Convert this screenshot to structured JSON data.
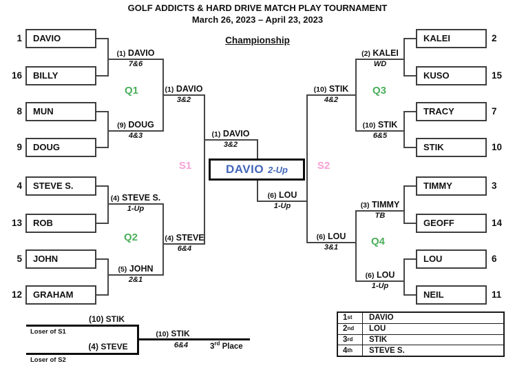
{
  "title": "GOLF ADDICTS & HARD DRIVE MATCH PLAY TOURNAMENT",
  "dates": "March 26, 2023 – April 23, 2023",
  "championship_label": "Championship",
  "colors": {
    "quarter_label_green": "#4bae5a",
    "semi_label_pink": "#f6a0d4",
    "champion_blue": "#4266b8",
    "line_gray": "#454545",
    "thick_black": "#0d0d0d"
  },
  "round_labels": {
    "q1": "Q1",
    "q2": "Q2",
    "q3": "Q3",
    "q4": "Q4",
    "s1": "S1",
    "s2": "S2"
  },
  "entrants": {
    "left": [
      {
        "seed": "1",
        "name": "DAVIO"
      },
      {
        "seed": "16",
        "name": "BILLY"
      },
      {
        "seed": "8",
        "name": "MUN"
      },
      {
        "seed": "9",
        "name": "DOUG"
      },
      {
        "seed": "4",
        "name": "STEVE S."
      },
      {
        "seed": "13",
        "name": "ROB"
      },
      {
        "seed": "5",
        "name": "JOHN"
      },
      {
        "seed": "12",
        "name": "GRAHAM"
      }
    ],
    "right": [
      {
        "seed": "2",
        "name": "KALEI"
      },
      {
        "seed": "15",
        "name": "KUSO"
      },
      {
        "seed": "7",
        "name": "TRACY"
      },
      {
        "seed": "10",
        "name": "STIK"
      },
      {
        "seed": "3",
        "name": "TIMMY"
      },
      {
        "seed": "14",
        "name": "GEOFF"
      },
      {
        "seed": "6",
        "name": "LOU"
      },
      {
        "seed": "11",
        "name": "NEIL"
      }
    ]
  },
  "results": {
    "r1_m1": {
      "seed": "(1)",
      "name": "DAVIO",
      "score": "7&6"
    },
    "r1_m2": {
      "seed": "(9)",
      "name": "DOUG",
      "score": "4&3"
    },
    "r1_m3": {
      "seed": "(4)",
      "name": "STEVE S.",
      "score": "1-Up"
    },
    "r1_m4": {
      "seed": "(5)",
      "name": "JOHN",
      "score": "2&1"
    },
    "r1_m5": {
      "seed": "(2)",
      "name": "KALEI",
      "score": "WD"
    },
    "r1_m6": {
      "seed": "(10)",
      "name": "STIK",
      "score": "6&5"
    },
    "r1_m7": {
      "seed": "(3)",
      "name": "TIMMY",
      "score": "TB"
    },
    "r1_m8": {
      "seed": "(6)",
      "name": "LOU",
      "score": "1-Up"
    },
    "qf1": {
      "seed": "(1)",
      "name": "DAVIO",
      "score": "3&2"
    },
    "qf2": {
      "seed": "(4)",
      "name": "STEVE",
      "score": "6&4"
    },
    "qf3": {
      "seed": "(10)",
      "name": "STIK",
      "score": "4&2"
    },
    "qf4": {
      "seed": "(6)",
      "name": "LOU",
      "score": "3&1"
    },
    "s1": {
      "seed": "(1)",
      "name": "DAVIO",
      "score": "3&2"
    },
    "s2": {
      "seed": "(6)",
      "name": "LOU",
      "score": "1-Up"
    }
  },
  "champion": {
    "name": "DAVIO",
    "score": "2-Up"
  },
  "third_place": {
    "top_label": "(10) STIK",
    "bottom_label": "(4) STEVE",
    "loser_s1": "Loser of S1",
    "loser_s2": "Loser of S2",
    "winner_seed": "(10)",
    "winner_name": "STIK",
    "winner_score": "6&4",
    "place_num": "3",
    "place_suffix": "rd",
    "place_rest": "Place"
  },
  "standings": {
    "rows": [
      {
        "rank": "1",
        "suffix": "st",
        "name": "DAVIO"
      },
      {
        "rank": "2",
        "suffix": "nd",
        "name": "LOU"
      },
      {
        "rank": "3",
        "suffix": "rd",
        "name": "STIK"
      },
      {
        "rank": "4",
        "suffix": "th",
        "name": "STEVE S."
      }
    ]
  }
}
